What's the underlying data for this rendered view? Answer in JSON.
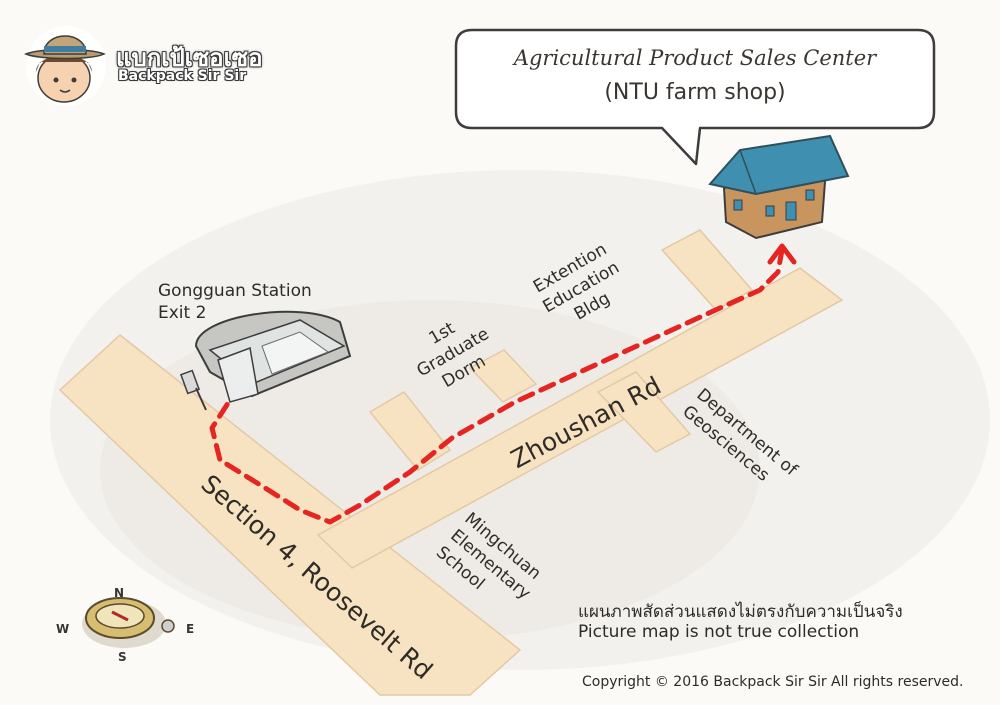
{
  "logo": {
    "thai_name": "แบกเป้เซอเซอ",
    "english_name": "Backpack Sir Sir",
    "icon": "backpacker-avatar-icon"
  },
  "destination": {
    "title": "Agricultural Product Sales Center",
    "subtitle": "(NTU farm shop)",
    "icon": "farm-shop-house-icon"
  },
  "start": {
    "label_line1": "Gongguan Station",
    "label_line2": "Exit 2",
    "icon": "station-exit-icon"
  },
  "roads": {
    "main": "Section 4, Roosevelt Rd",
    "branch": "Zhoushan Rd"
  },
  "landmarks": {
    "dorm": [
      "1st",
      "Graduate",
      "Dorm"
    ],
    "extension": [
      "Extention",
      "Education",
      "Bldg"
    ],
    "geosciences": [
      "Department of",
      "Geosciences"
    ],
    "school": [
      "Mingchuan",
      "Elementary",
      "School"
    ]
  },
  "compass": {
    "n": "N",
    "s": "S",
    "e": "E",
    "w": "W",
    "icon": "compass-icon"
  },
  "notes": {
    "thai": "แผนภาพสัดส่วนแสดงไม่ตรงกับความเป็นจริง",
    "english": "Picture map is not true collection"
  },
  "copyright": "Copyright © 2016 Backpack Sir Sir All rights reserved.",
  "colors": {
    "road": "#f7e2c2",
    "road_edge": "#e3c9a4",
    "route": "#e52521",
    "roof": "#3e8fb0",
    "wall": "#c9955f"
  }
}
